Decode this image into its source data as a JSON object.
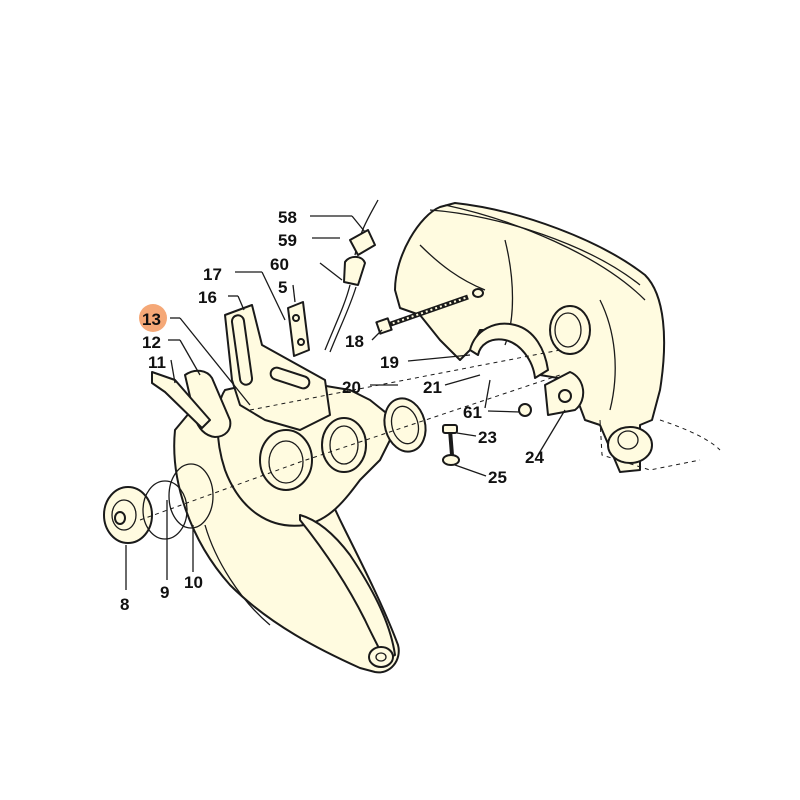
{
  "colors": {
    "highlight": "#f5a877",
    "line": "#1a1a1a",
    "part_fill": "#fffbe0",
    "background": "#ffffff"
  },
  "highlighted_callout": "13",
  "callouts": {
    "c58": "58",
    "c59": "59",
    "c60": "60",
    "c5": "5",
    "c17": "17",
    "c16": "16",
    "c13": "13",
    "c12": "12",
    "c11": "11",
    "c18": "18",
    "c19": "19",
    "c20": "20",
    "c21": "21",
    "c61": "61",
    "c23": "23",
    "c24": "24",
    "c25": "25",
    "c8": "8",
    "c9": "9",
    "c10": "10"
  }
}
